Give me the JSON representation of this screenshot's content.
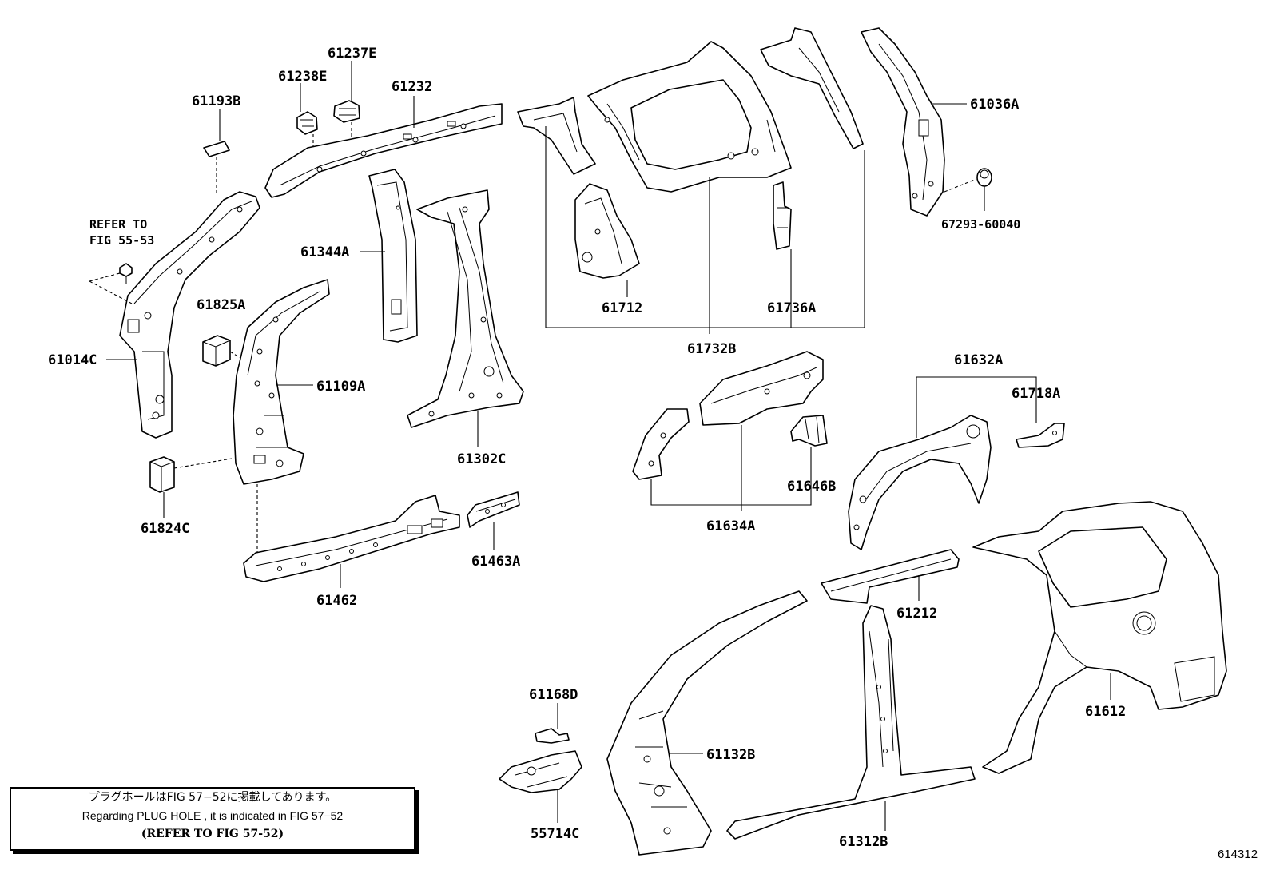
{
  "parts": {
    "p61193B": "61193B",
    "p61238E": "61238E",
    "p61237E": "61237E",
    "p61232": "61232",
    "p61036A": "61036A",
    "p67293": "67293-60040",
    "p61344A": "61344A",
    "p61825A": "61825A",
    "p61014C": "61014C",
    "p61109A": "61109A",
    "p61302C": "61302C",
    "p61712": "61712",
    "p61736A": "61736A",
    "p61732B": "61732B",
    "p61632A": "61632A",
    "p61718A": "61718A",
    "p61646B": "61646B",
    "p61634A": "61634A",
    "p61824C": "61824C",
    "p61463A": "61463A",
    "p61462": "61462",
    "p61212": "61212",
    "p61612": "61612",
    "p61168D": "61168D",
    "p61132B": "61132B",
    "p55714C": "55714C",
    "p61312B": "61312B"
  },
  "refer": {
    "line1": "REFER TO",
    "line2": "FIG 55-53"
  },
  "note": {
    "jp": "プラグホールはFIG 57−52に掲載してあります。",
    "en": "Regarding  PLUG  HOLE , it is indicated in  FIG  57−52",
    "ref": "(REFER TO FIG 57-52)"
  },
  "figure_number": "614312"
}
